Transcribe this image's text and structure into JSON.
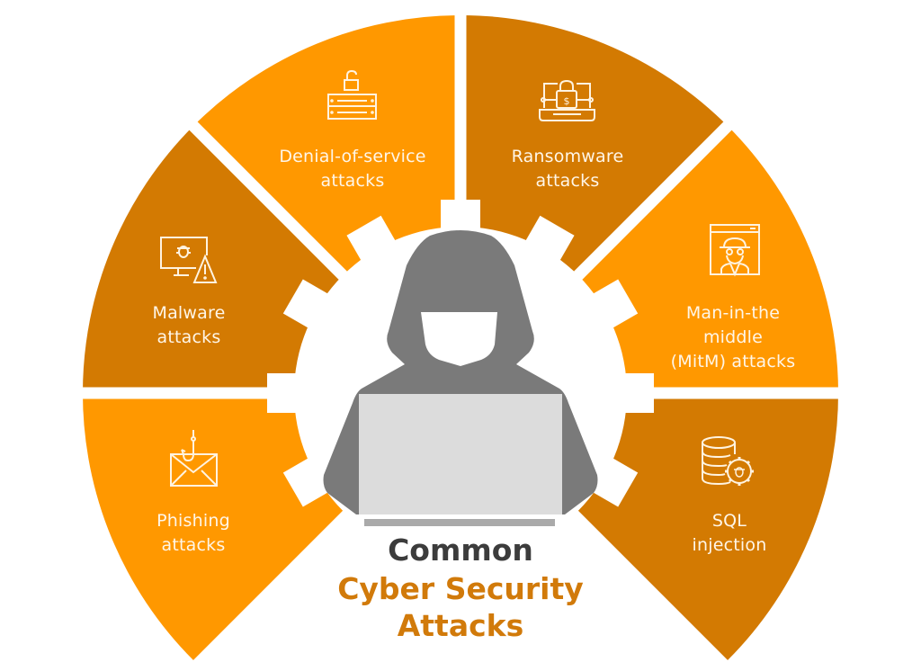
{
  "title": {
    "line1": "Common",
    "line2": "Cyber Security",
    "line3": "Attacks"
  },
  "colors": {
    "light_orange": "#ff9800",
    "dark_orange": "#d37a02",
    "hacker_gray": "#7a7a7a",
    "laptop_gray": "#dcdcdc",
    "title_dark": "#3c3c3c",
    "title_accent": "#d17a0a"
  },
  "segments": [
    {
      "id": "phishing",
      "line1": "Phishing",
      "line2": "attacks",
      "line3": "",
      "icon": "phishing-email-hook-icon",
      "shade": "light"
    },
    {
      "id": "malware",
      "line1": "Malware",
      "line2": "attacks",
      "line3": "",
      "icon": "monitor-bug-warning-icon",
      "shade": "dark"
    },
    {
      "id": "dos",
      "line1": "Denial-of-service",
      "line2": "attacks",
      "line3": "",
      "icon": "server-unlocked-icon",
      "shade": "light"
    },
    {
      "id": "ransomware",
      "line1": "Ransomware",
      "line2": "attacks",
      "line3": "",
      "icon": "laptop-padlock-dollar-icon",
      "shade": "dark"
    },
    {
      "id": "mitm",
      "line1": "Man-in-the",
      "line2": "middle",
      "line3": "(MitM) attacks",
      "icon": "browser-spy-icon",
      "shade": "light"
    },
    {
      "id": "sql",
      "line1": "SQL",
      "line2": "injection",
      "line3": "",
      "icon": "database-gear-bug-icon",
      "shade": "dark"
    }
  ],
  "center": {
    "figure": "hooded-hacker-with-laptop-icon"
  }
}
